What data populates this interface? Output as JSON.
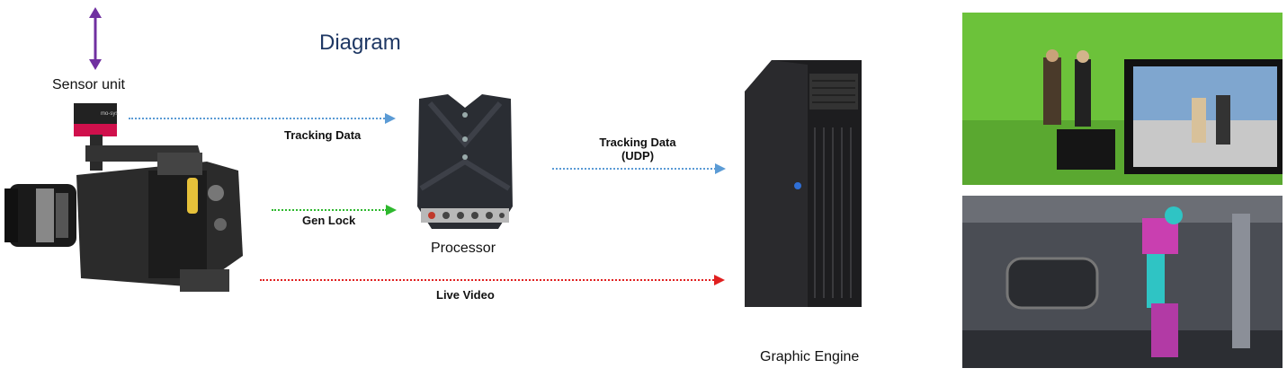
{
  "title": "Diagram",
  "labels": {
    "sensor_unit": "Sensor unit",
    "processor": "Processor",
    "graphic_engine": "Graphic Engine"
  },
  "flows": {
    "tracking_data": "Tracking Data",
    "tracking_data_udp_line1": "Tracking Data",
    "tracking_data_udp_line2": "(UDP)",
    "gen_lock": "Gen Lock",
    "live_video": "Live Video"
  },
  "camera_badges": {
    "sensor_brand": "mo-sys"
  },
  "colors": {
    "title": "#1f3864",
    "sensor_arrow": "#7030a0",
    "tracking_line": "#5b9bd5",
    "genlock_line": "#2eb82e",
    "video_line": "#e02020"
  }
}
